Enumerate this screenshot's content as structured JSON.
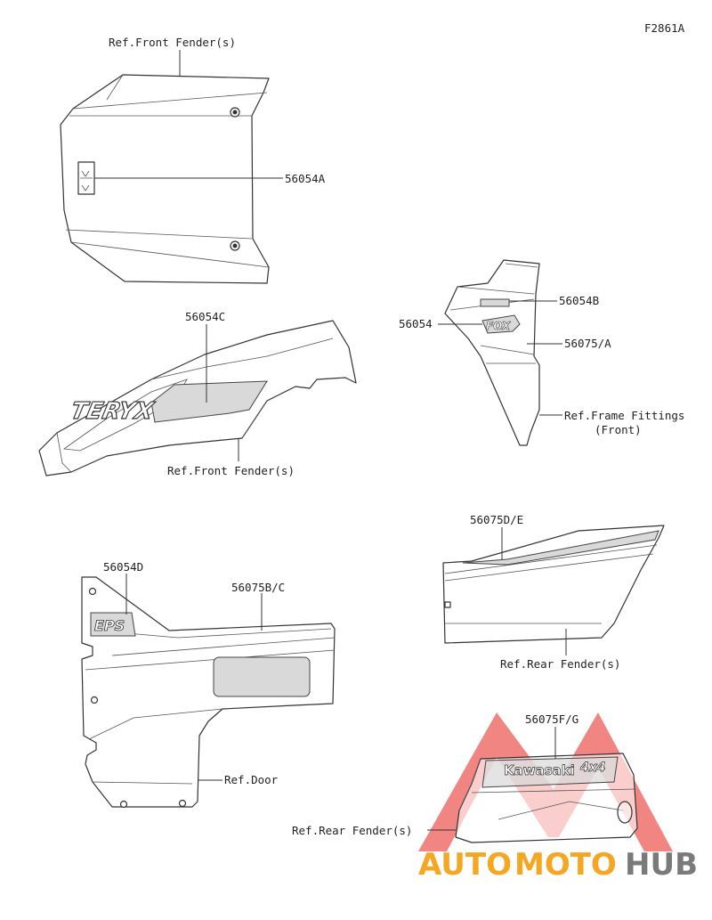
{
  "figure_id": "F2861A",
  "labels": {
    "ref_front_fender_top": "Ref.Front Fender(s)",
    "p56054A": "56054A",
    "p56054C": "56054C",
    "ref_front_fender_mid": "Ref.Front Fender(s)",
    "p56054B": "56054B",
    "p56054": "56054",
    "p56075A": "56075/A",
    "ref_frame_fittings_1": "Ref.Frame Fittings",
    "ref_frame_fittings_2": "(Front)",
    "p56054D": "56054D",
    "p56075BC": "56075B/C",
    "ref_door": "Ref.Door",
    "p56075DE": "56075D/E",
    "ref_rear_fender_1": "Ref.Rear Fender(s)",
    "p56075FG": "56075F/G",
    "ref_rear_fender_2": "Ref.Rear Fender(s)"
  },
  "decals": {
    "teryx": "TERYX",
    "fox": "FOX",
    "eps": "EPS",
    "kawasaki": "Kawasaki",
    "fourxfour": "4x4"
  },
  "watermark": {
    "auto": "AUTO",
    "moto": "MOTO",
    "hub": "HUB",
    "color_orange": "#f5a623",
    "color_gray": "#7a7a7a",
    "color_red": "#e8403a"
  }
}
